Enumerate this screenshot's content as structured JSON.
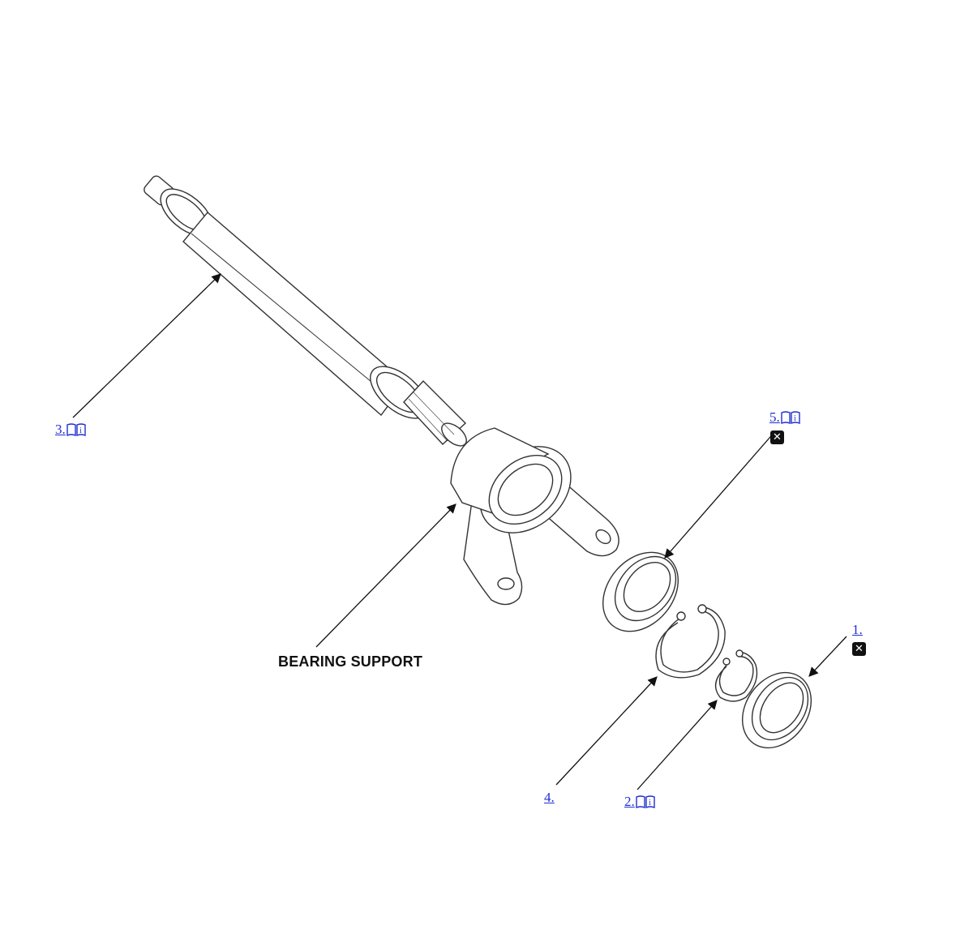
{
  "callouts": [
    {
      "id": "1",
      "label": "1.",
      "has_info": false,
      "has_x": true
    },
    {
      "id": "2",
      "label": "2.",
      "has_info": true,
      "has_x": false
    },
    {
      "id": "3",
      "label": "3.",
      "has_info": true,
      "has_x": false
    },
    {
      "id": "4",
      "label": "4.",
      "has_info": false,
      "has_x": false
    },
    {
      "id": "5",
      "label": "5.",
      "has_info": true,
      "has_x": true
    }
  ],
  "labels": {
    "bearing_support": "BEARING SUPPORT"
  },
  "colors": {
    "link": "#1f2fd1",
    "line": "#222222",
    "part_stroke": "#333333"
  },
  "icons": {
    "info": "manual-info-icon",
    "replace": "x-box-icon"
  }
}
